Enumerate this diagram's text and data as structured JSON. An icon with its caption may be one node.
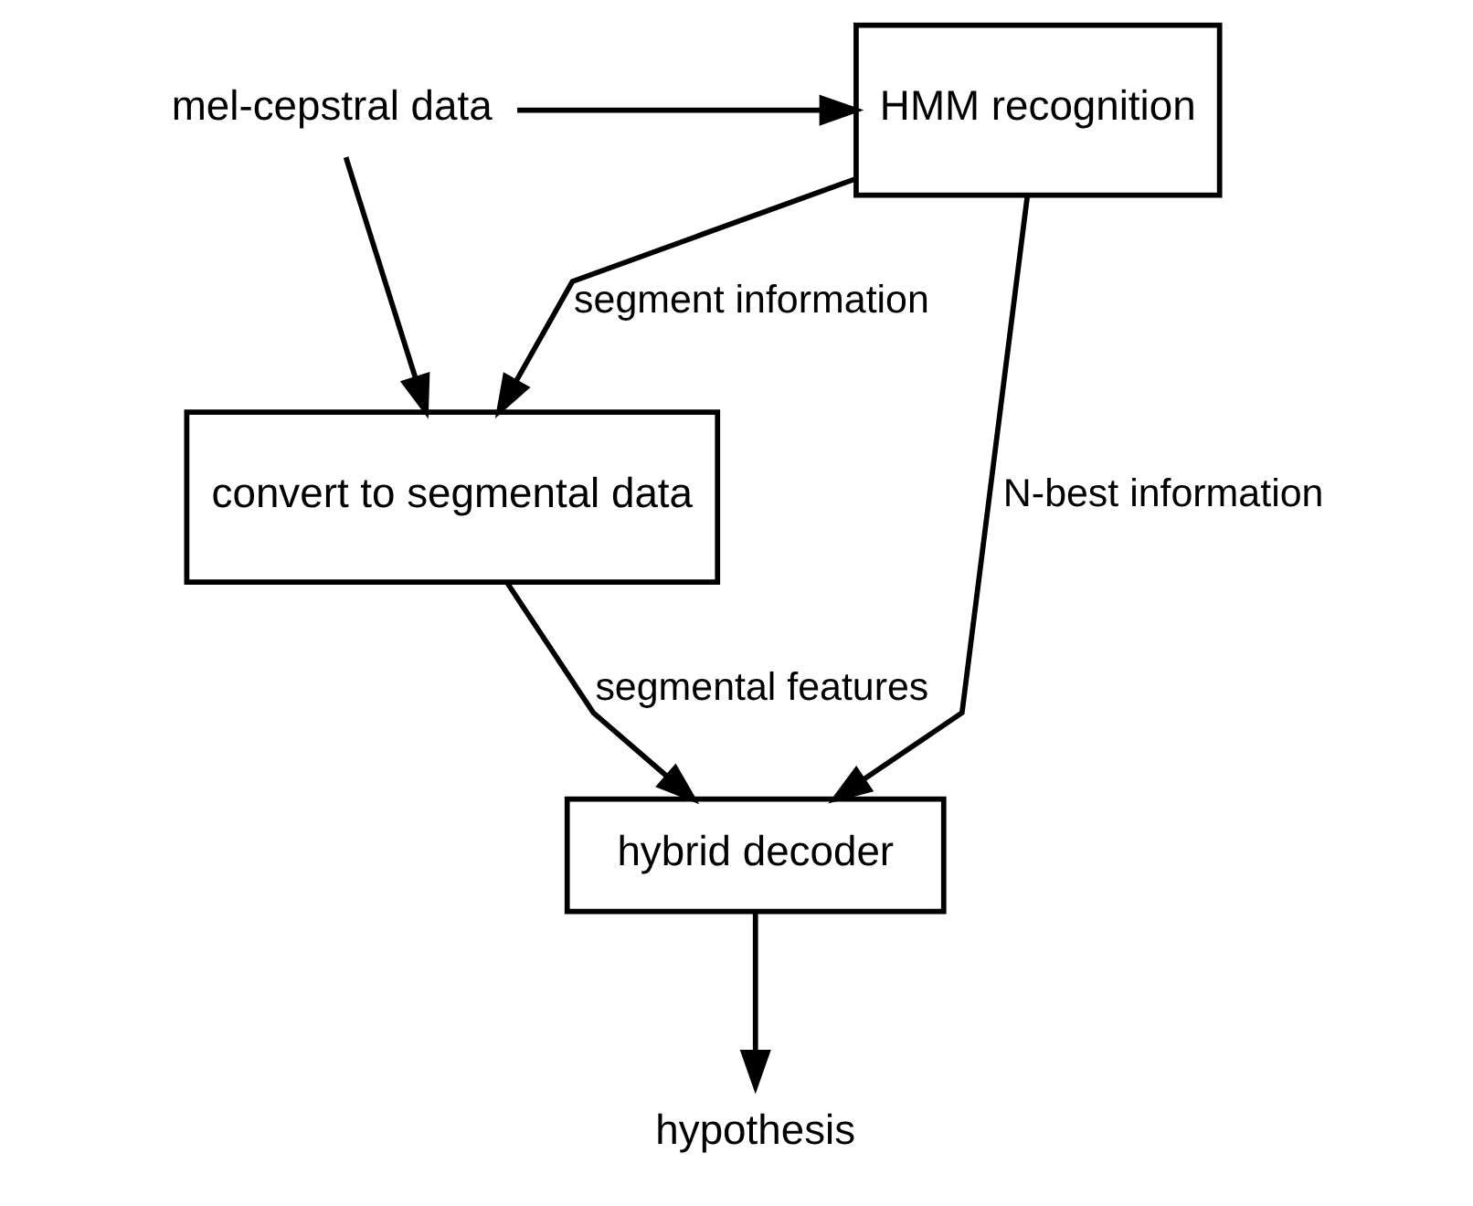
{
  "diagram": {
    "nodes": [
      {
        "text": [
          "mel-cepstral data"
        ]
      },
      {
        "text": [
          "HMM recognition"
        ]
      },
      {
        "text": [
          "convert to segmental data"
        ]
      },
      {
        "text": [
          "hybrid decoder"
        ]
      },
      {
        "text": [
          "hypothesis"
        ]
      }
    ],
    "edges": [
      {
        "from": 0,
        "to": 1,
        "arrow": "to"
      },
      {
        "from": 0,
        "to": 2,
        "arrow": "to"
      },
      {
        "from": 1,
        "to": 2,
        "arrow": "to",
        "label": "segment information"
      },
      {
        "from": 1,
        "to": 3,
        "arrow": "to",
        "label": "N-best information"
      },
      {
        "from": 2,
        "to": 3,
        "arrow": "to",
        "label": "segmental features"
      },
      {
        "from": 3,
        "to": 4,
        "arrow": "to"
      }
    ]
  }
}
